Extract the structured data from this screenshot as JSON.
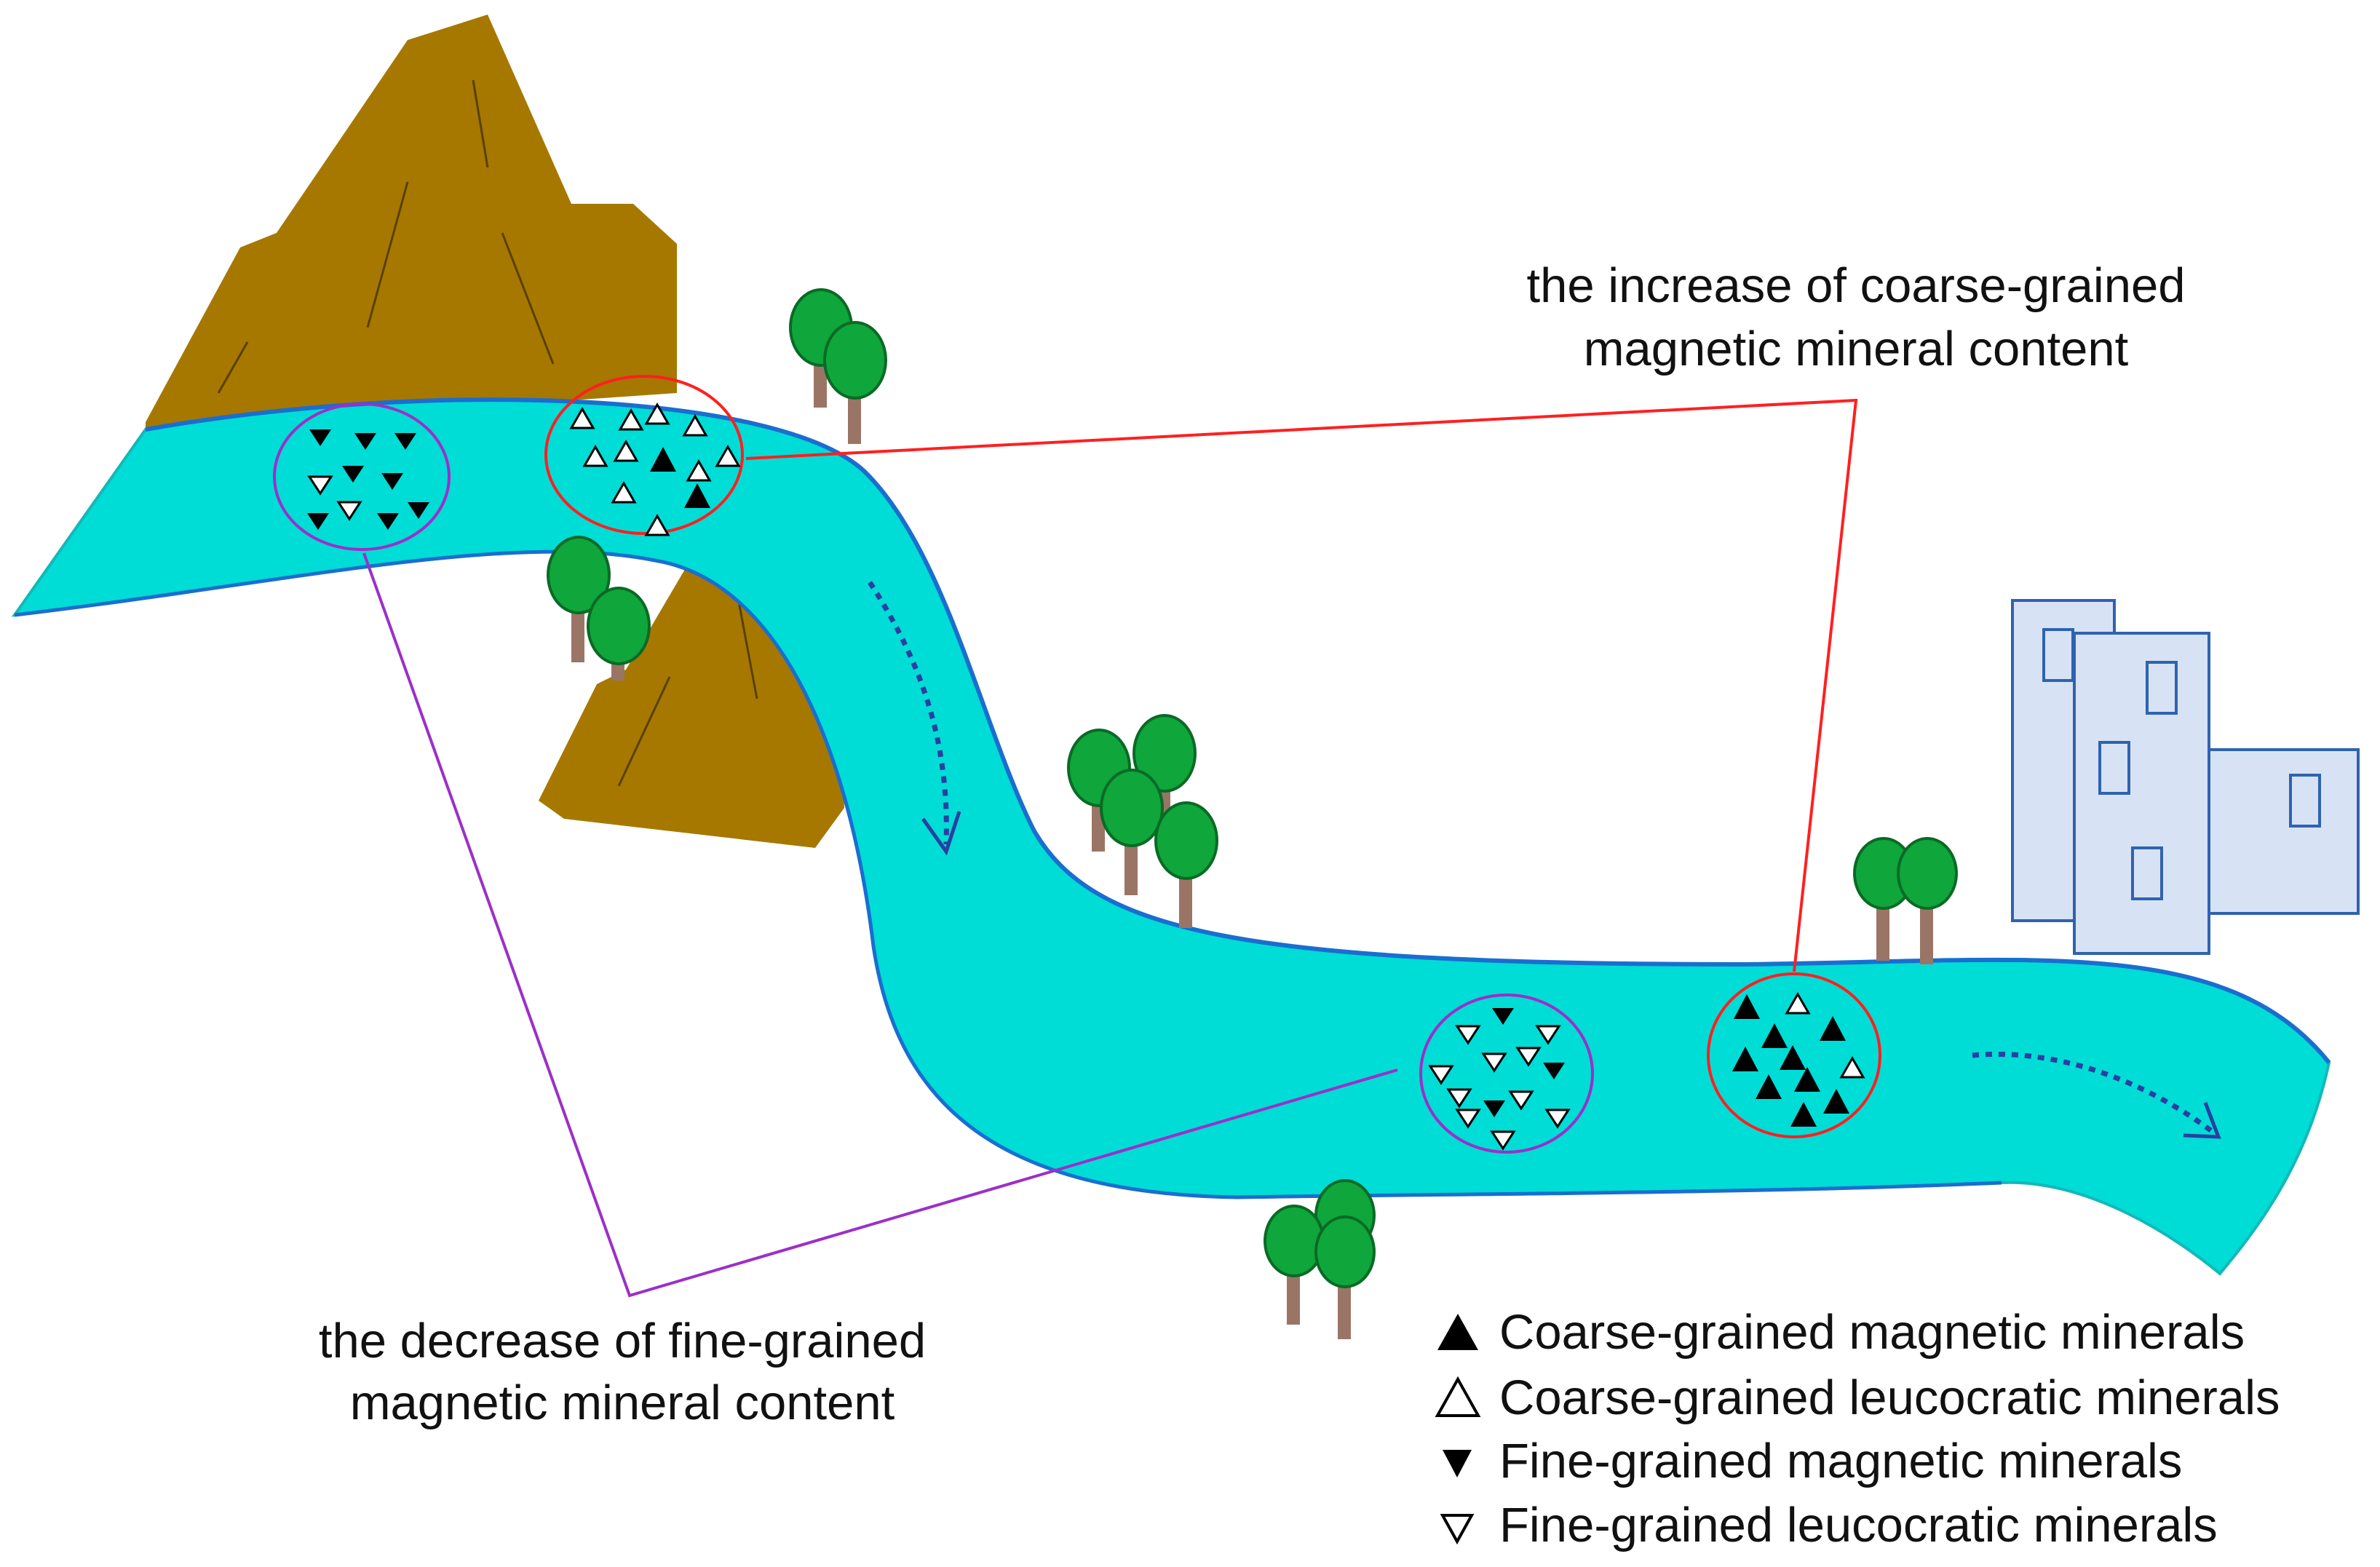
{
  "annotations": {
    "increase_coarse": {
      "line1": "the increase of coarse-grained",
      "line2": "magnetic mineral content",
      "color": "#ff2020"
    },
    "decrease_fine": {
      "line1": "the decrease of fine-grained",
      "line2": "magnetic mineral content",
      "color": "#9b30c8"
    }
  },
  "legend": {
    "items": [
      {
        "symbol": "filled-up-triangle-icon",
        "label": "Coarse-grained magnetic minerals"
      },
      {
        "symbol": "hollow-up-triangle-icon",
        "label": "Coarse-grained leucocratic minerals"
      },
      {
        "symbol": "filled-down-triangle-icon",
        "label": "Fine-grained magnetic minerals"
      },
      {
        "symbol": "hollow-down-triangle-icon",
        "label": "Fine-grained leucocratic minerals"
      }
    ]
  },
  "colors": {
    "river_fill": "#00dcd6",
    "river_edge": "#1a6ecf",
    "mountain": "#a67800",
    "tree_crown": "#0fa63c",
    "tree_trunk": "#9a7565",
    "building_fill": "#d7e3f4",
    "building_edge": "#2f63b0",
    "flow_arrow": "#2a3fa0"
  }
}
